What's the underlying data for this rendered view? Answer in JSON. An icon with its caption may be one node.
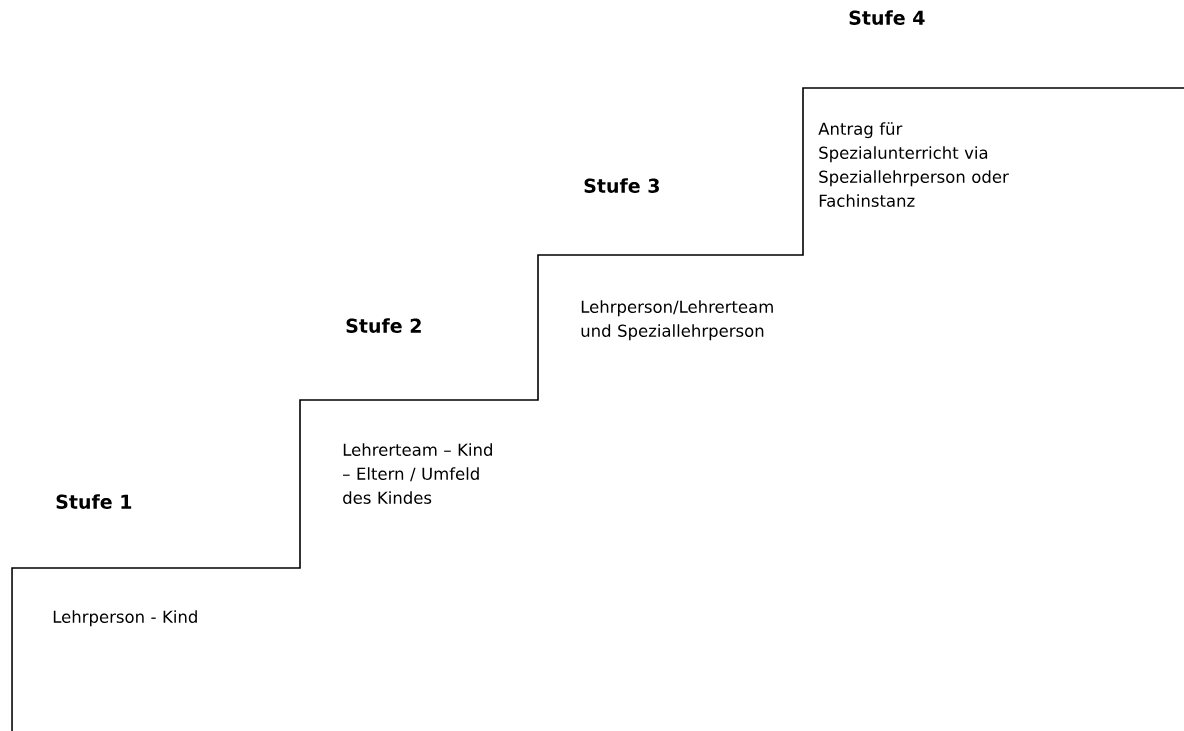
{
  "diagram": {
    "labels": [
      "Stufe 1",
      "Lehrperson - Kind",
      "Stufe 2",
      "Lehrerteam – Kind – Eltern / Umfeld des Kindes",
      "Stufe 3",
      "Lehrperson/Lehrerteam und Speziallehrperson",
      "Stufe 4",
      "Antrag für Spezialunterricht via Speziallehrperson oder Fachinstanz"
    ]
  }
}
